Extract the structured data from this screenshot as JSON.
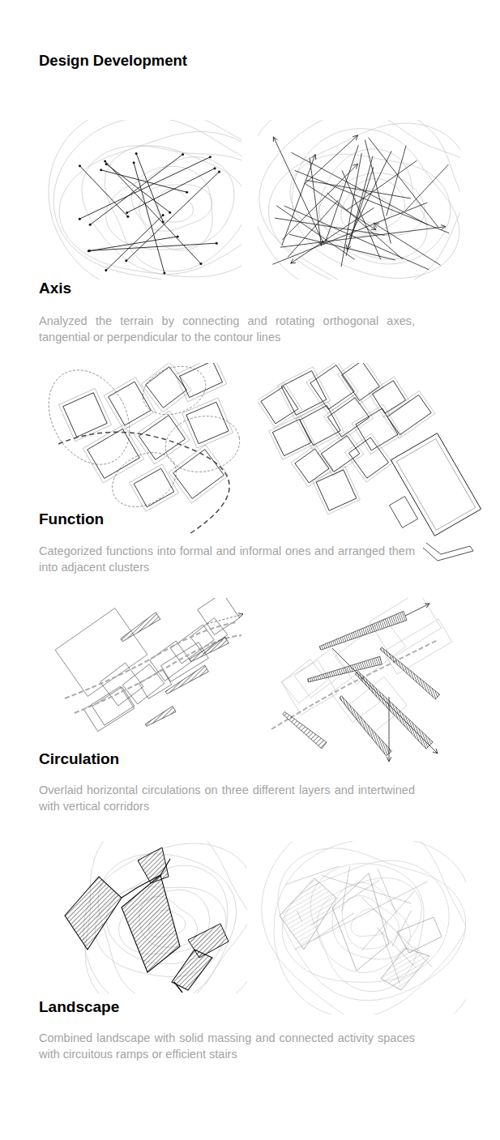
{
  "diagram": {
    "title": "Design Development",
    "labels": [
      "Axis",
      "Analyzed the terrain by connecting and rotating orthogonal axes, tangential or perpendicular to the contour lines",
      "Function",
      "Categorized functions into formal and informal ones and arranged them into adjacent clusters",
      "Circulation",
      "Overlaid horizontal circulations on three different layers and intertwined with vertical corridors",
      "Landscape",
      "Combined landscape with solid massing and connected activity spaces with circuitous ramps or efficient stairs"
    ]
  }
}
